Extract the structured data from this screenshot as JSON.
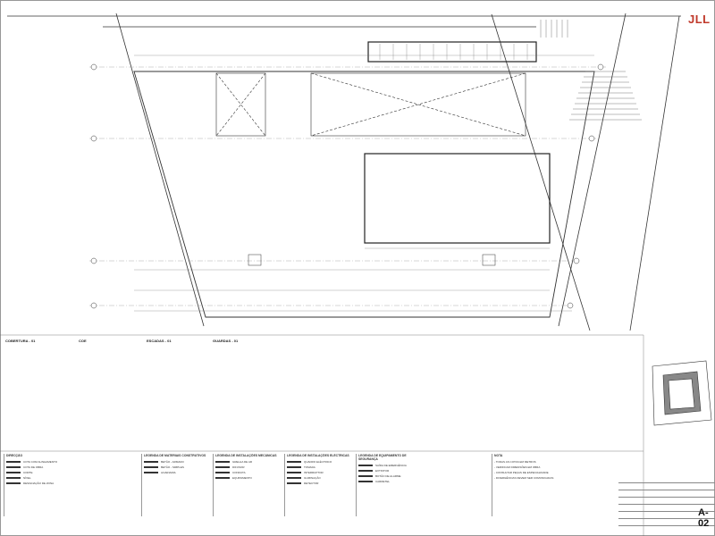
{
  "brand": {
    "logo_text": "JLL"
  },
  "sheet_code": "A-02",
  "sections": [
    {
      "key": "cobertura",
      "heading": "COBERTURA - 01"
    },
    {
      "key": "coe",
      "heading": "COE"
    },
    {
      "key": "escadas",
      "heading": "ESCADAS - 01"
    },
    {
      "key": "guardas",
      "heading": "GUARDAS - 01"
    }
  ],
  "legends": {
    "direccao": {
      "title": "DIRECÇÃO",
      "rows": [
        "COTA COM ALINHAMENTO",
        "COTA DE OBRA",
        "CORTE",
        "NÍVEL",
        "DESIGNAÇÃO DE ZONA"
      ]
    },
    "materiais": {
      "title": "LEGENDA DE MATERIAIS CONSTRUTIVOS",
      "rows": [
        "BETÃO - ARMADO",
        "BETÃO - SIMPLES",
        "ALVENARIA"
      ]
    },
    "mecanicas": {
      "title": "LEGENDA DE INSTALAÇÕES MECÂNICAS",
      "rows": [
        "GRELHA DE AR",
        "DIFUSOR",
        "CONDUTA",
        "EQUIPAMENTO"
      ]
    },
    "electricas": {
      "title": "LEGENDA DE INSTALAÇÕES ELÉCTRICAS",
      "rows": [
        "QUADRO ELÉCTRICO",
        "TOMADA",
        "INTERRUPTOR",
        "ILUMINAÇÃO",
        "DETECTOR"
      ]
    },
    "equipamentos": {
      "title": "LEGENDA DE EQUIPAMENTO DE SEGURANÇA",
      "rows": [
        "SAÍDA DE EMERGÊNCIA",
        "EXTINTOR",
        "BOTÃO DE ALARME",
        "CARRETEL"
      ]
    },
    "notas": {
      "title": "NOTA",
      "rows": [
        "- TODAS AS COTAS EM METROS",
        "- VERIFICAR DIMENSÕES EM OBRA",
        "- CONSULTAR PEÇAS DE ESPECIALIDADE",
        "- DIVERGÊNCIAS DEVEM SER COMUNICADAS"
      ]
    }
  },
  "colors": {
    "line": "#333333",
    "accent": "#c0392b",
    "light": "#9a9a9a"
  }
}
